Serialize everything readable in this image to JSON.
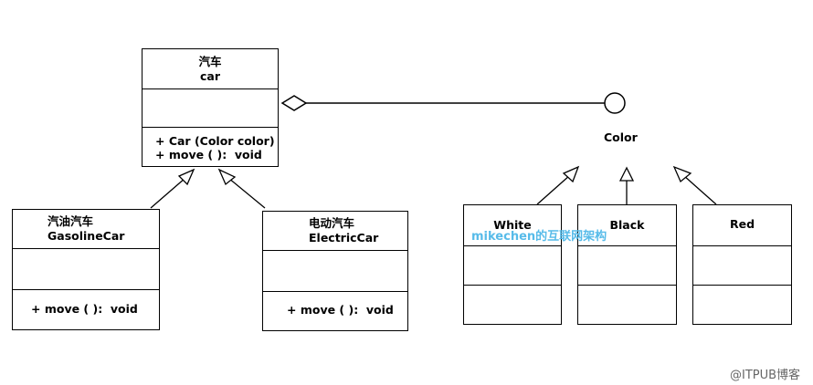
{
  "car": {
    "cn": "汽车",
    "en": "car",
    "methods": [
      "+ Car (Color color)",
      "+ move ( ):  void"
    ]
  },
  "gasoline": {
    "cn": "汽油汽车",
    "en": "GasolineCar",
    "method": "+ move ( ):  void"
  },
  "electric": {
    "cn": "电动汽车",
    "en": "ElectricCar",
    "method": "+ move ( ):  void"
  },
  "color": {
    "label": "Color"
  },
  "colors": {
    "white": "White",
    "black": "Black",
    "red": "Red"
  },
  "watermark": "mikechen的互联网架构",
  "footer": "@ITPUB博客"
}
